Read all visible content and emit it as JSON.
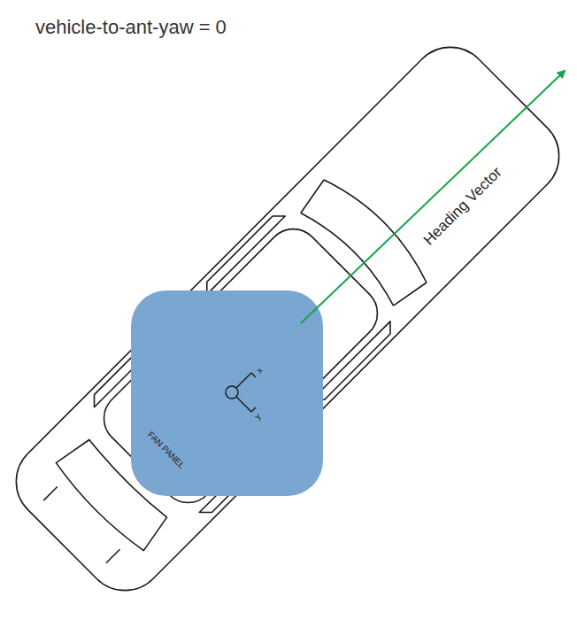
{
  "diagram": {
    "title": "vehicle-to-ant-yaw = 0",
    "nodes": [
      {
        "text": [
          "FAN PANEL"
        ]
      }
    ],
    "labels": [
      "Heading Vector",
      "x",
      "y"
    ]
  }
}
